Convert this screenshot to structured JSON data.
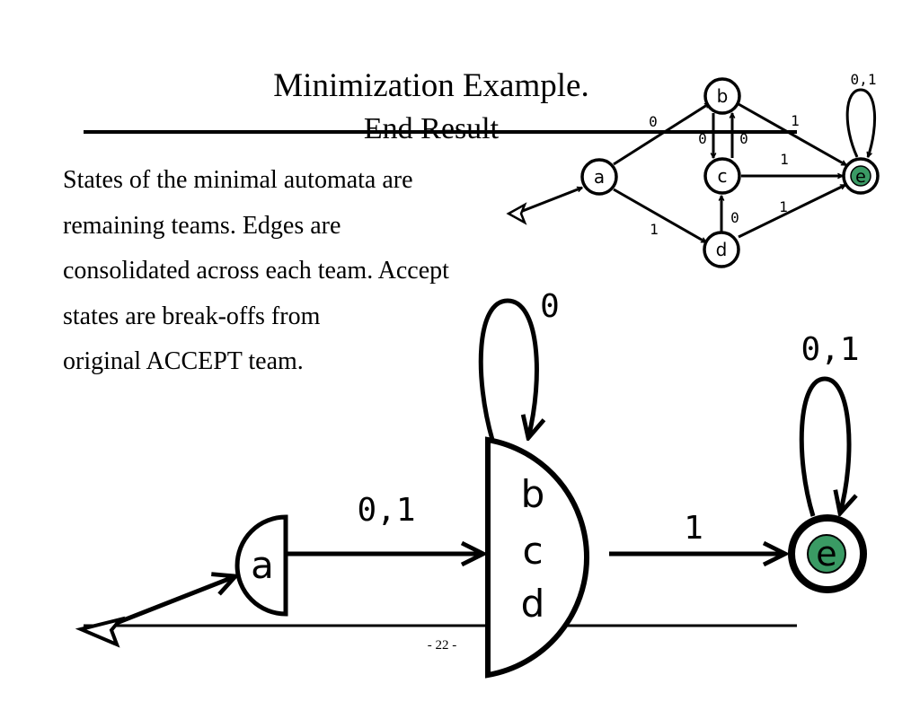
{
  "slide": {
    "title_line1": "Minimization Example.",
    "title_line2": "End Result",
    "body_lines": [
      "States of the minimal automata are",
      "remaining teams.  Edges are",
      "consolidated across each team. Accept",
      "states are break-offs from",
      "original ACCEPT team."
    ],
    "page_number": "- 22 -"
  },
  "original_dfa": {
    "states": {
      "a": "a",
      "b": "b",
      "c": "c",
      "d": "d",
      "e": "e"
    },
    "edge_labels": {
      "a_b": "0",
      "a_d": "1",
      "b_c": "0",
      "c_b": "0",
      "b_e": "1",
      "c_e": "1",
      "d_c": "0",
      "d_e": "1",
      "e_loop": "0,1"
    },
    "accept_color": "#3a9a64"
  },
  "minimal_dfa": {
    "states": {
      "a": "a",
      "bcd_b": "b",
      "bcd_c": "c",
      "bcd_d": "d",
      "e": "e"
    },
    "edge_labels": {
      "bcd_loop": "0",
      "a_bcd": "0,1",
      "bcd_e": "1",
      "e_loop": "0,1"
    },
    "accept_color": "#3a9a64"
  }
}
